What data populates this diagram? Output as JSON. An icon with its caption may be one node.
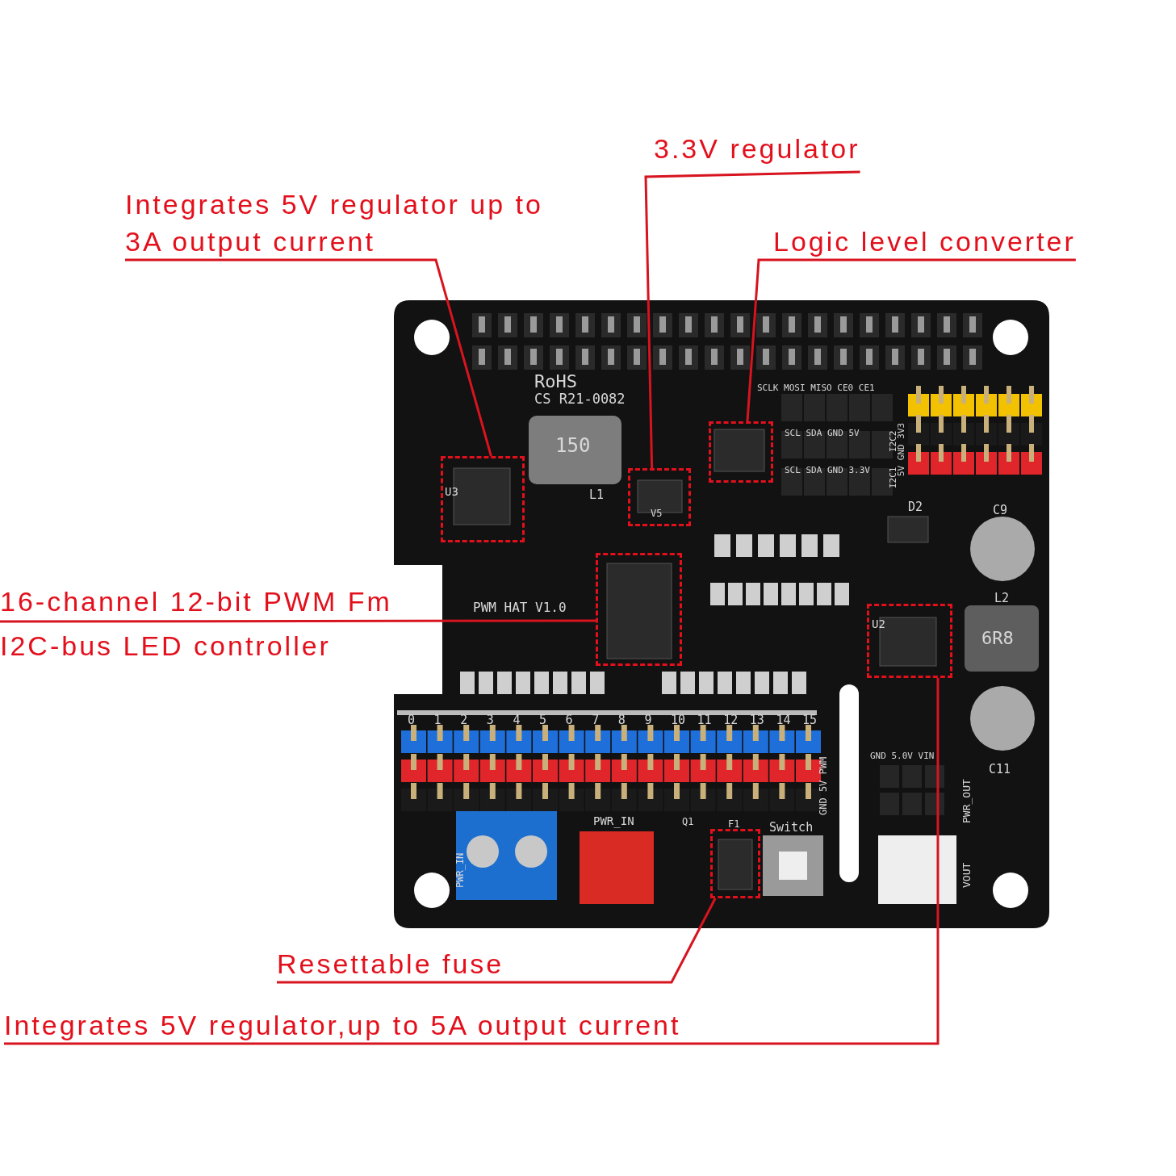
{
  "diagram": {
    "nodes": [
      {
        "text": [
          "Integrates 5V regulator up to 3A output current"
        ]
      },
      {
        "text": [
          "3.3V regulator"
        ]
      },
      {
        "text": [
          "Logic level converter"
        ]
      },
      {
        "text": [
          "16-channel 12-bit PWM Fm I2C-bus LED controller"
        ]
      },
      {
        "text": [
          "Resettable fuse"
        ]
      },
      {
        "text": [
          "Integrates 5V regulator,up to 5A output current"
        ]
      },
      {
        "text": [],
        "shape": "box"
      },
      {
        "text": [],
        "shape": "box"
      },
      {
        "text": [],
        "shape": "box"
      },
      {
        "text": [],
        "shape": "box"
      },
      {
        "text": [],
        "shape": "box"
      },
      {
        "text": [],
        "shape": "box"
      }
    ],
    "edges": [
      {
        "from": 0,
        "to": 6,
        "arrow": "none"
      },
      {
        "from": 1,
        "to": 7,
        "arrow": "none"
      },
      {
        "from": 2,
        "to": 8,
        "arrow": "none"
      },
      {
        "from": 3,
        "to": 9,
        "arrow": "none"
      },
      {
        "from": 4,
        "to": 10,
        "arrow": "none"
      },
      {
        "from": 5,
        "to": 11,
        "arrow": "none"
      }
    ],
    "labels": [
      "RoHS",
      "CS R21-0082",
      "150",
      "U3",
      "L1",
      "V5",
      "PWM HAT V1.0",
      "SCLK MOSI MISO CE0 CE1",
      "SCL SDA GND 5V",
      "SCL SDA GND 3.3V",
      "I2C2",
      "I2C1",
      "5V GND 3V3",
      "D2",
      "C9",
      "L2",
      "6R8",
      "U2",
      "C11",
      "0",
      "1",
      "2",
      "3",
      "4",
      "5",
      "6",
      "7",
      "8",
      "9",
      "10",
      "11",
      "12",
      "13",
      "14",
      "15",
      "GND 5V PWM",
      "GND 5.0V VIN",
      "PWR_OUT",
      "PWR_IN",
      "PWR_IN",
      "Q1",
      "F1",
      "Switch",
      "VOUT"
    ]
  }
}
